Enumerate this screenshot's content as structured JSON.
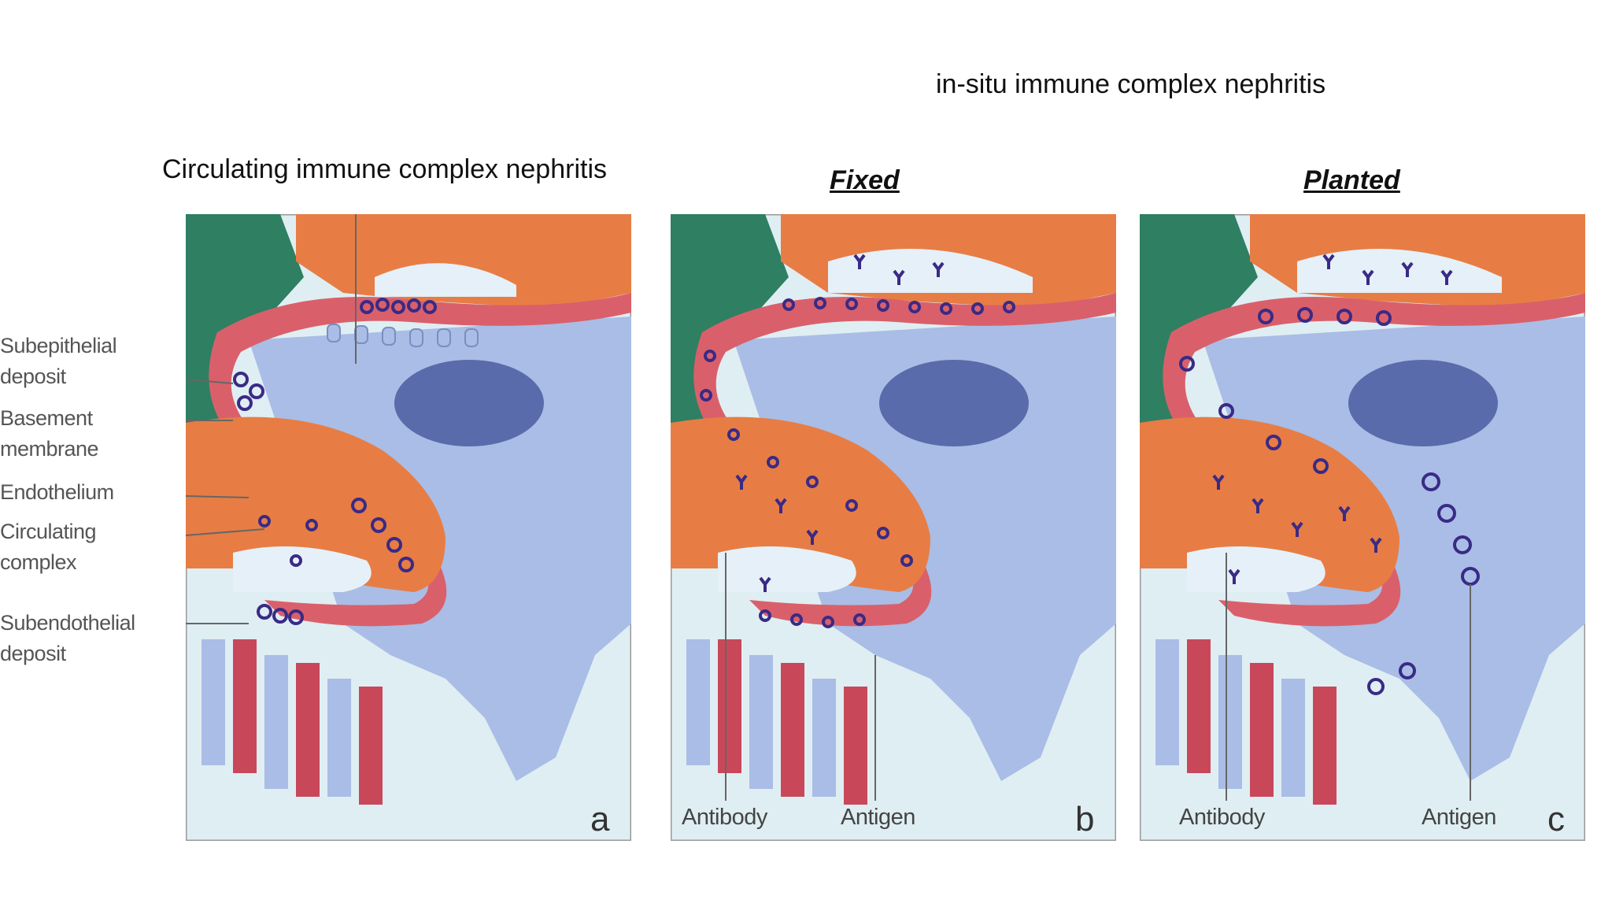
{
  "headings": {
    "circulating": "Circulating immune complex nephritis",
    "insitu": "in-situ immune complex nephritis",
    "fixed": "Fixed",
    "planted": "Planted"
  },
  "labels_a": {
    "subepithelial_1": "Subepithelial",
    "subepithelial_2": "deposit",
    "basement_1": "Basement",
    "basement_2": "membrane",
    "endothelium": "Endothelium",
    "circulating_1": "Circulating",
    "circulating_2": "complex",
    "subendothelial_1": "Subendothelial",
    "subendothelial_2": "deposit"
  },
  "labels_b": {
    "antibody": "Antibody",
    "antigen": "Antigen"
  },
  "labels_c": {
    "antibody": "Antibody",
    "antigen": "Antigen"
  },
  "panel_letters": {
    "a": "a",
    "b": "b",
    "c": "c"
  },
  "colors": {
    "background_fluid": "#dfeef3",
    "epithelial_cell": "#a9bde6",
    "nucleus": "#5a6bab",
    "gbm": "#d9606a",
    "endothelial_cytoplasm": "#e77d44",
    "lumen": "#e5f0f8",
    "mesangial": "#2f7f62",
    "complex": "#3a2a86"
  }
}
